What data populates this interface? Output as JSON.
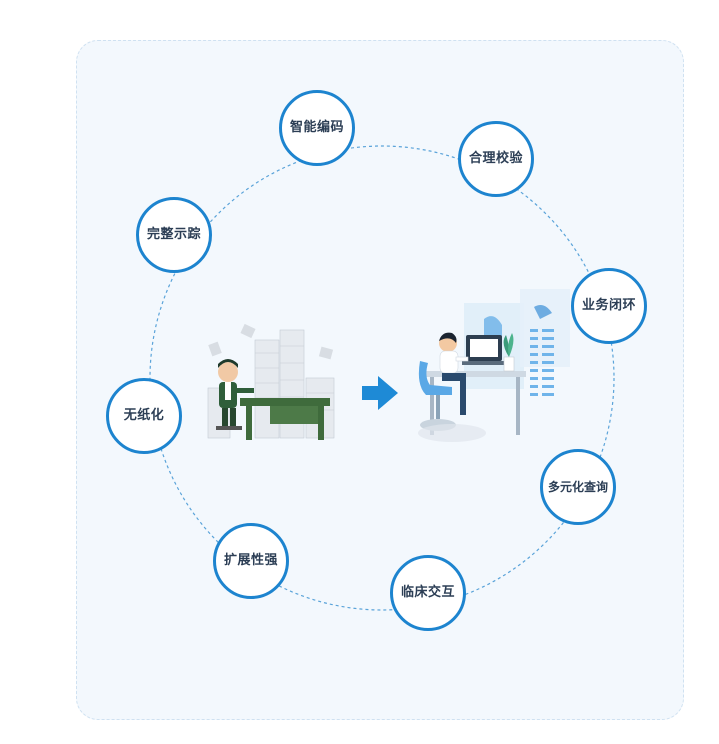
{
  "nodes": [
    {
      "id": "smart-coding",
      "label": "智能编码"
    },
    {
      "id": "reasonable-check",
      "label": "合理校验"
    },
    {
      "id": "business-closed-loop",
      "label": "业务闭环"
    },
    {
      "id": "diversified-query",
      "label": "多元化查询"
    },
    {
      "id": "clinical-interaction",
      "label": "临床交互"
    },
    {
      "id": "strong-extensibility",
      "label": "扩展性强"
    },
    {
      "id": "paperless",
      "label": "无纸化"
    },
    {
      "id": "complete-display-trace",
      "label": "完整示踪"
    }
  ],
  "colors": {
    "accent": "#1d84cf",
    "panel_bg": "#f3f8fd",
    "node_text": "#2c3e55",
    "arrow": "#1e8ad6"
  }
}
